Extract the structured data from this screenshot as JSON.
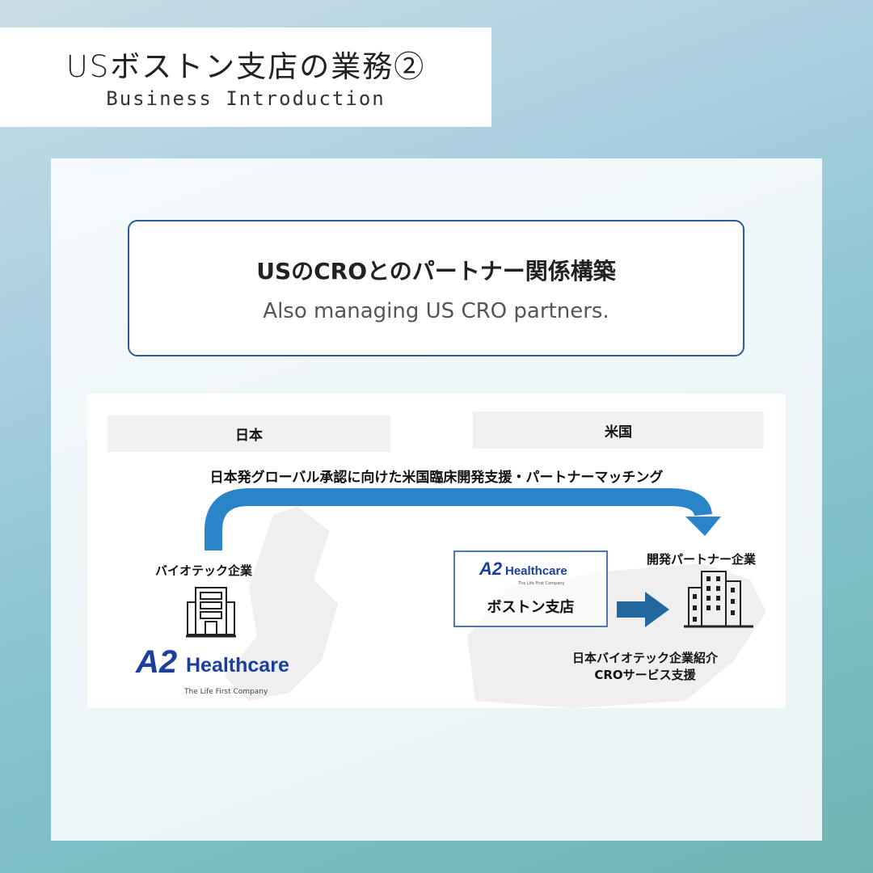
{
  "header": {
    "title": "USボストン支店の業務②",
    "subtitle": "Business Introduction"
  },
  "card": {
    "title": "USのCROとのパートナー関係構築",
    "subtitle": "Also managing US CRO partners."
  },
  "diagram": {
    "region_japan": "日本",
    "region_us": "米国",
    "headline": "日本発グローバル承認に向けた米国臨床開発支援・パートナーマッチング",
    "biotech_label": "バイオテック企業",
    "logo_name": "Healthcare",
    "logo_mark": "A2",
    "logo_tagline": "The Life First Company",
    "boston_branch": "ボストン支店",
    "partner_label": "開発パートナー企業",
    "service_line1": "日本バイオテック企業紹介",
    "service_line2": "CROサービス支援",
    "colors": {
      "arrow": "#2a84c8",
      "arrow_dark": "#23679f",
      "logo": "#1b3f9c"
    }
  }
}
